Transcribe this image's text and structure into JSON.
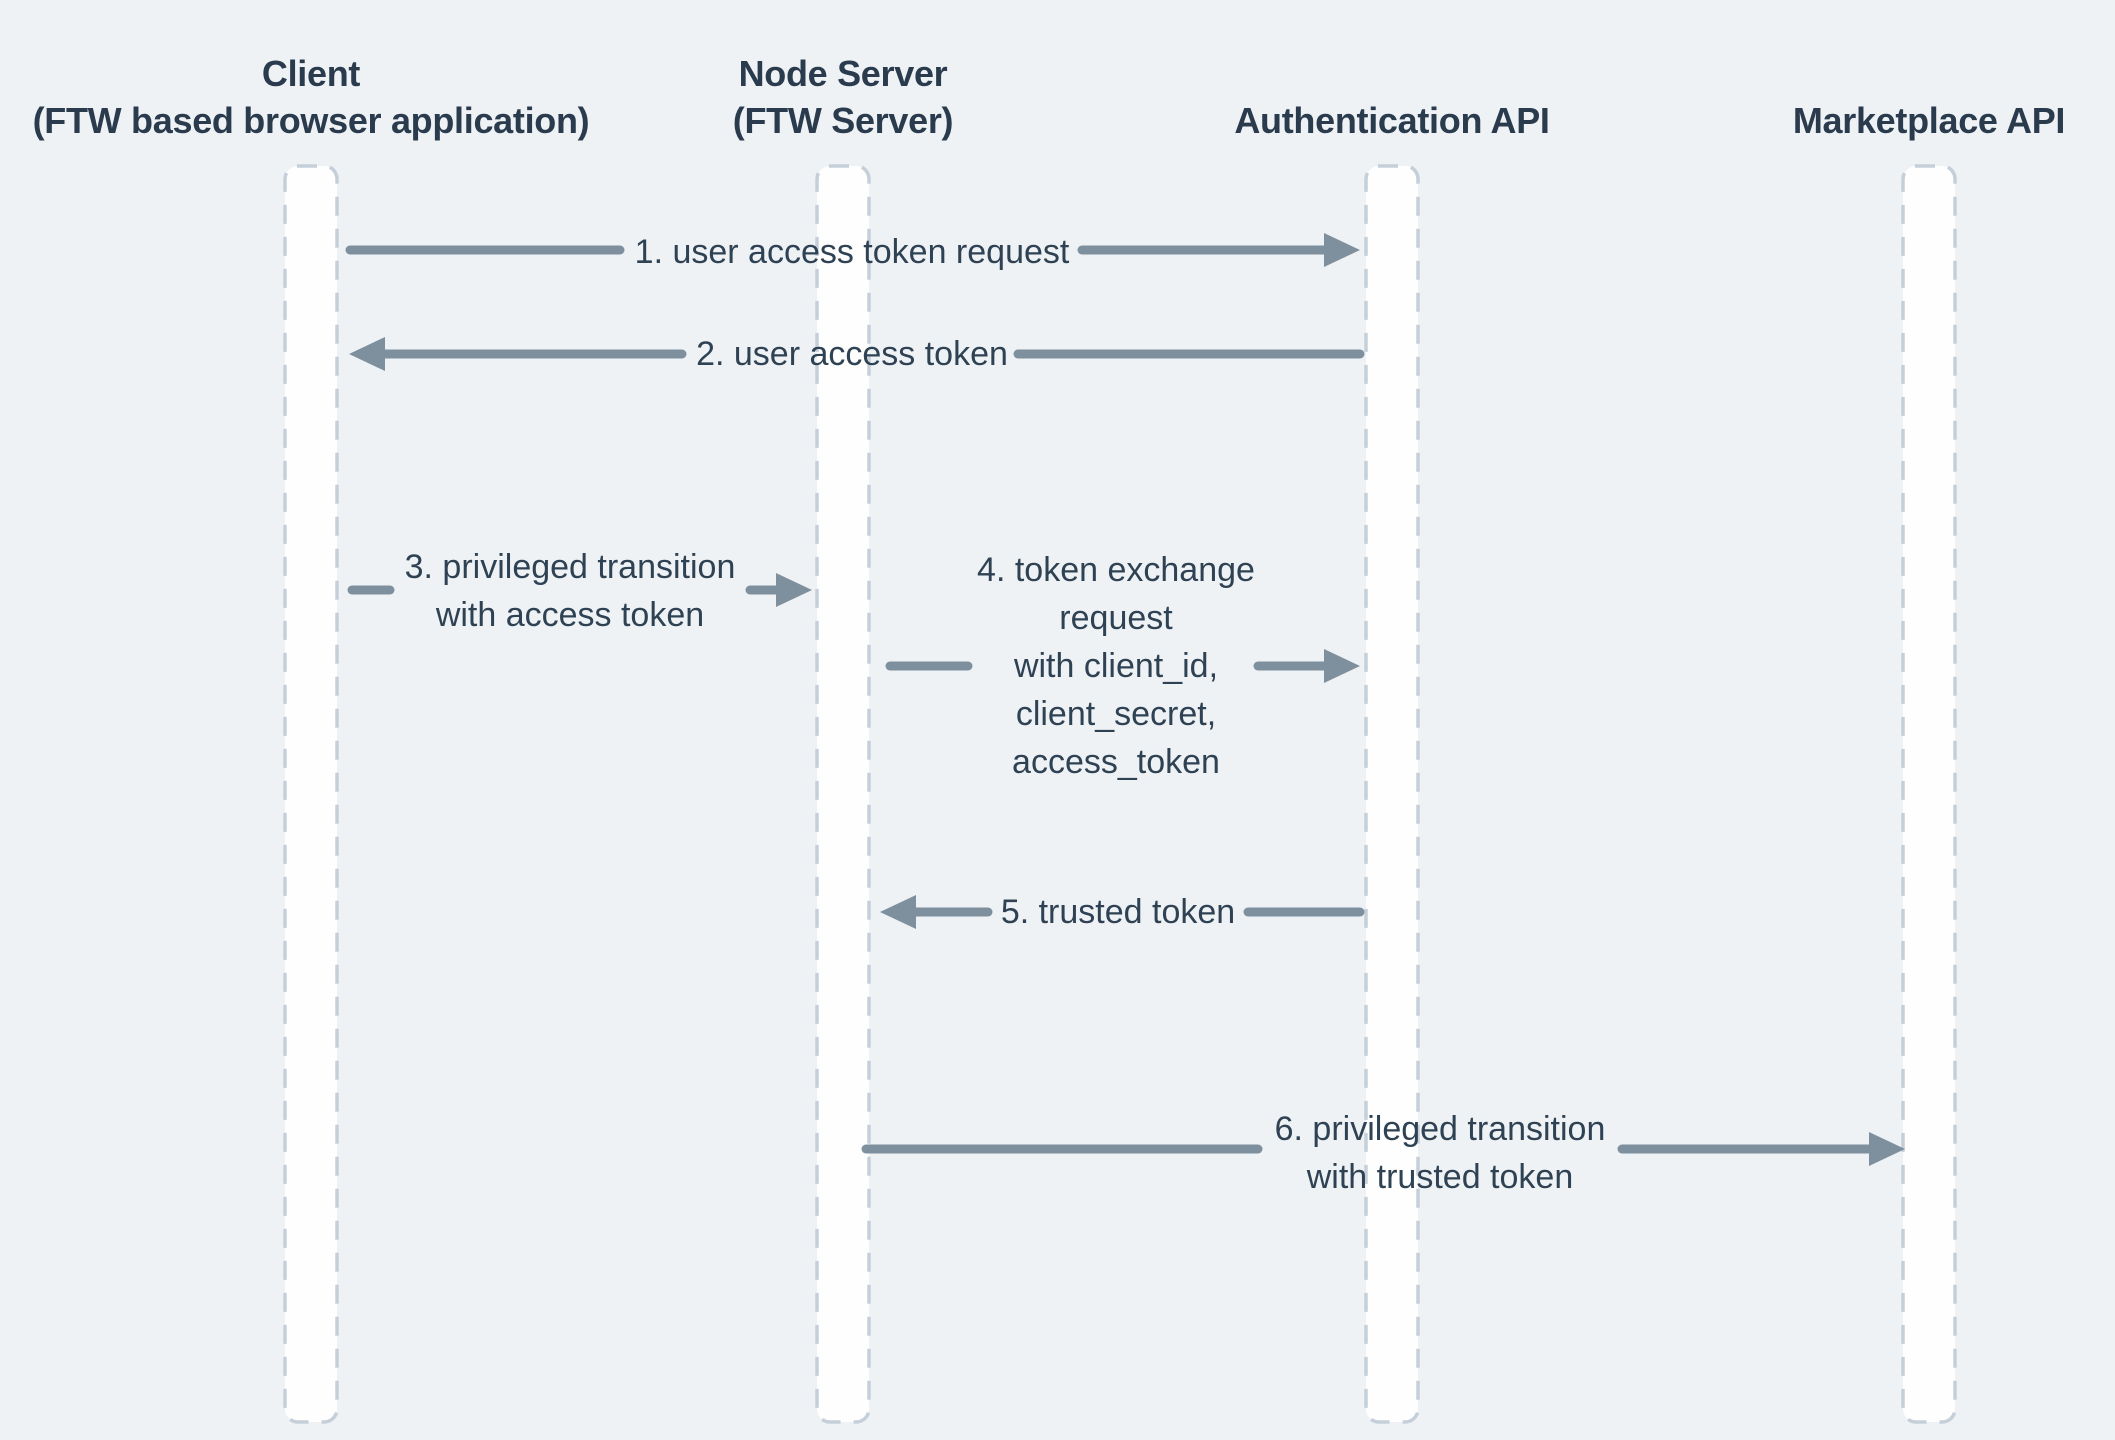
{
  "diagram_type": "sequence-diagram",
  "participants": [
    {
      "id": "client",
      "name": "Client",
      "subtitle": "(FTW based browser application)"
    },
    {
      "id": "node-server",
      "name": "Node Server",
      "subtitle": "(FTW Server)"
    },
    {
      "id": "authentication-api",
      "name": "Authentication API",
      "subtitle": ""
    },
    {
      "id": "marketplace-api",
      "name": "Marketplace API",
      "subtitle": ""
    }
  ],
  "messages": [
    {
      "number": 1,
      "from": "Client",
      "to": "Authentication API",
      "direction": "right",
      "lines": [
        "1. user access token request"
      ]
    },
    {
      "number": 2,
      "from": "Authentication API",
      "to": "Client",
      "direction": "left",
      "lines": [
        "2. user access token"
      ]
    },
    {
      "number": 3,
      "from": "Client",
      "to": "Node Server",
      "direction": "right",
      "lines": [
        "3. privileged transition",
        "with access token"
      ]
    },
    {
      "number": 4,
      "from": "Node Server",
      "to": "Authentication API",
      "direction": "right",
      "lines": [
        "4. token exchange",
        "request",
        "with client_id,",
        "client_secret,",
        "access_token"
      ]
    },
    {
      "number": 5,
      "from": "Authentication API",
      "to": "Node Server",
      "direction": "left",
      "lines": [
        "5. trusted token"
      ]
    },
    {
      "number": 6,
      "from": "Node Server",
      "to": "Marketplace API",
      "direction": "right",
      "lines": [
        "6. privileged transition",
        "with trusted token"
      ]
    }
  ],
  "colors": {
    "background": "#eff2f5",
    "lifeline_fill": "#fefefe",
    "lifeline_border": "#c5cfda",
    "arrow": "#7e8f9e",
    "heading_text": "#293b4d",
    "label_text": "#2e4254"
  }
}
